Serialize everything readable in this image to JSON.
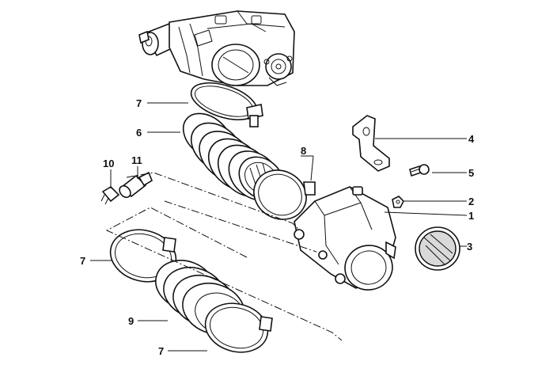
{
  "callouts": {
    "c1": "1",
    "c2": "2",
    "c3": "3",
    "c4": "4",
    "c5": "5",
    "c6": "6",
    "c7a": "7",
    "c7b": "7",
    "c7c": "7",
    "c8": "8",
    "c9": "9",
    "c10": "10",
    "c11": "11"
  }
}
